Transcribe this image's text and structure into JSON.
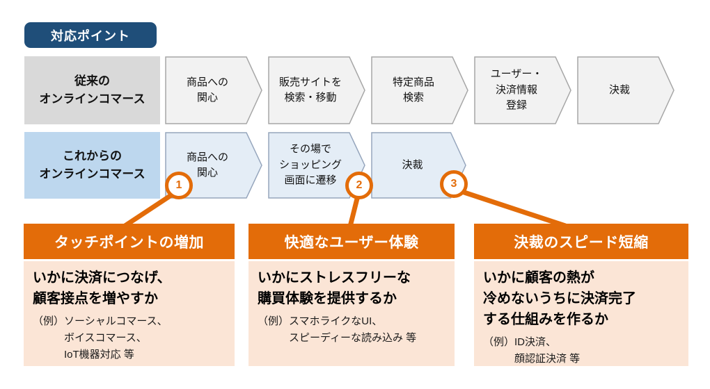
{
  "badge": {
    "label": "対応ポイント"
  },
  "colors": {
    "accent_orange": "#E36C09",
    "navy": "#1F4E79",
    "row1_label_bg": "#D9D9D9",
    "row2_label_bg": "#BDD7EE",
    "row1_step_fill": "#F2F2F2",
    "row2_step_fill": "#E4EDF6",
    "box_body_bg": "#FBE5D6"
  },
  "rows": [
    {
      "label": "従来の\nオンラインコマース",
      "steps": [
        "商品への\n関心",
        "販売サイトを\n検索・移動",
        "特定商品\n検索",
        "ユーザー・\n決済情報\n登録",
        "決裁"
      ]
    },
    {
      "label": "これからの\nオンラインコマース",
      "steps": [
        "商品への\n関心",
        "その場で\nショッピング\n画面に遷移",
        "決裁"
      ]
    }
  ],
  "markers": [
    {
      "number": "1"
    },
    {
      "number": "2"
    },
    {
      "number": "3"
    }
  ],
  "boxes": [
    {
      "title": "タッチポイントの増加",
      "point": "いかに決済につなげ、\n顧客接点を増やすか",
      "examples": "（例）ソーシャルコマース、\n　　　ボイスコマース、\n　　　IoT機器対応 等"
    },
    {
      "title": "快適なユーザー体験",
      "point": "いかにストレスフリーな\n購買体験を提供するか",
      "examples": "（例）スマホライクなUI、\n　　　スピーディーな読み込み 等"
    },
    {
      "title": "決裁のスピード短縮",
      "point": "いかに顧客の熱が\n冷めないうちに決済完了\nする仕組みを作るか",
      "examples": "（例）ID決済、\n　　　顔認証決済 等"
    }
  ]
}
